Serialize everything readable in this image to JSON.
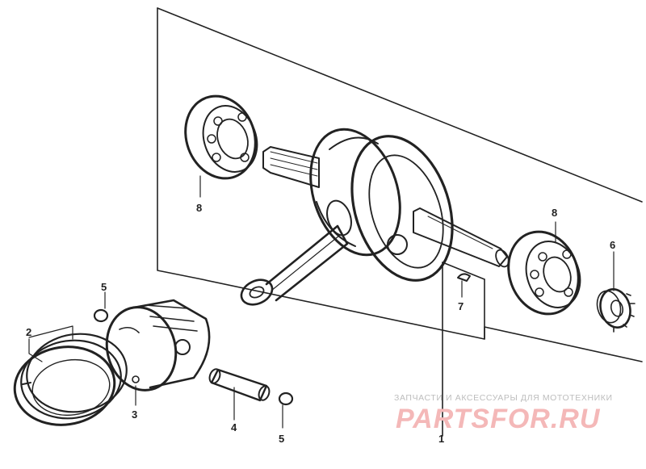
{
  "diagram": {
    "callouts": [
      {
        "id": "c1",
        "label": "1"
      },
      {
        "id": "c2",
        "label": "2"
      },
      {
        "id": "c3",
        "label": "3"
      },
      {
        "id": "c4",
        "label": "4"
      },
      {
        "id": "c5a",
        "label": "5"
      },
      {
        "id": "c5b",
        "label": "5"
      },
      {
        "id": "c6",
        "label": "6"
      },
      {
        "id": "c7",
        "label": "7"
      },
      {
        "id": "c8a",
        "label": "8"
      },
      {
        "id": "c8b",
        "label": "8"
      }
    ]
  },
  "watermark": {
    "caption": "ЗАПЧАСТИ И АКСЕССУАРЫ ДЛЯ МОТОТЕХНИКИ",
    "logo": "PARTSFOR.RU"
  },
  "colors": {
    "ink": "#222222",
    "watermark_caption": "#bdbdbd",
    "watermark_logo": "#f4b8b8"
  }
}
